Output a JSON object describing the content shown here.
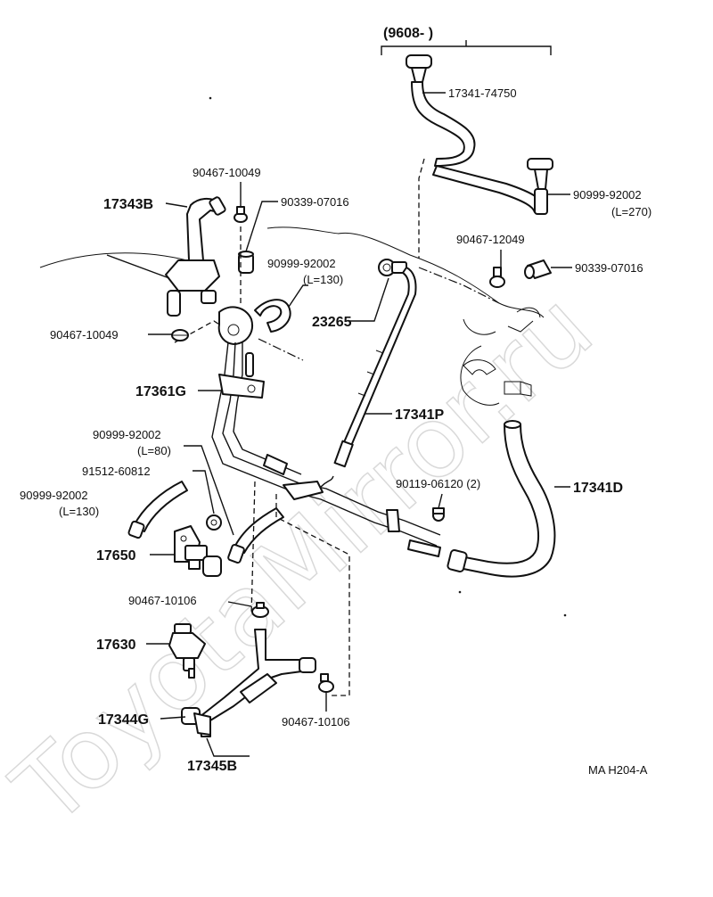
{
  "watermark": "ToyotaMirror.ru",
  "date_range": "(9608-        )",
  "diagram_code": "MA H204-A",
  "labels": {
    "p17341_74750": "17341-74750",
    "p90999_92002_top": "90999-92002",
    "l270": "(L=270)",
    "p90467_10049_top": "90467-10049",
    "p17343B": "17343B",
    "p90339_07016_top": "90339-07016",
    "p90999_92002_mid": "90999-92002",
    "l130_mid": "(L=130)",
    "p90467_12049": "90467-12049",
    "p90339_07016_right": "90339-07016",
    "p23265": "23265",
    "p90467_10049_left": "90467-10049",
    "p17361G": "17361G",
    "p17341P": "17341P",
    "p90999_92002_l80": "90999-92002",
    "l80": "(L=80)",
    "p91512_60812": "91512-60812",
    "p90119_06120": "90119-06120 (2)",
    "p17341D": "17341D",
    "p90999_92002_left": "90999-92002",
    "l130_left": "(L=130)",
    "p17650": "17650",
    "p90467_10106_a": "90467-10106",
    "p17630": "17630",
    "p17344G": "17344G",
    "p90467_10106_b": "90467-10106",
    "p17345B": "17345B"
  }
}
